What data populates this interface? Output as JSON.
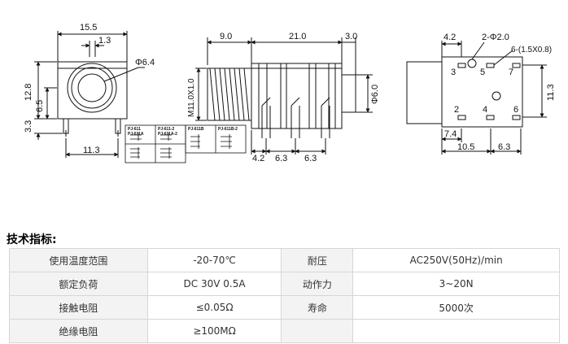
{
  "drawing": {
    "front_view": {
      "dims": [
        "15.5",
        "1.3",
        "Φ6.4",
        "12.8",
        "6.5",
        "3.3",
        "11.3"
      ],
      "schematic_labels": [
        "PJ-611",
        "PJ-611-2",
        "PJ-611B",
        "PJ-611B-2",
        "PJ-611A",
        "PJ-611A-2"
      ]
    },
    "side_view": {
      "dims": [
        "9.0",
        "21.0",
        "3.0",
        "M11.0X1.0",
        "Φ6.0",
        "4.2",
        "6.3",
        "6.3"
      ]
    },
    "bottom_view": {
      "dims": [
        "4.2",
        "2-Φ2.0",
        "6-(1.5X0.8)",
        "11.3",
        "7.4",
        "10.5",
        "6.3"
      ],
      "pin_numbers": [
        "3",
        "5",
        "7",
        "2",
        "4",
        "6"
      ]
    }
  },
  "specs": {
    "title": "技术指标:",
    "rows": [
      [
        {
          "label": "使用温度范围",
          "value": "-20-70℃"
        },
        {
          "label": "耐压",
          "value": "AC250V(50Hz)/min"
        }
      ],
      [
        {
          "label": "额定负荷",
          "value": "DC 30V 0.5A"
        },
        {
          "label": "动作力",
          "value": "3~20N"
        }
      ],
      [
        {
          "label": "接触电阻",
          "value": "≤0.05Ω"
        },
        {
          "label": "寿命",
          "value": "5000次"
        }
      ],
      [
        {
          "label": "绝缘电阻",
          "value": "≥100MΩ"
        },
        {
          "label": "",
          "value": ""
        }
      ]
    ]
  }
}
